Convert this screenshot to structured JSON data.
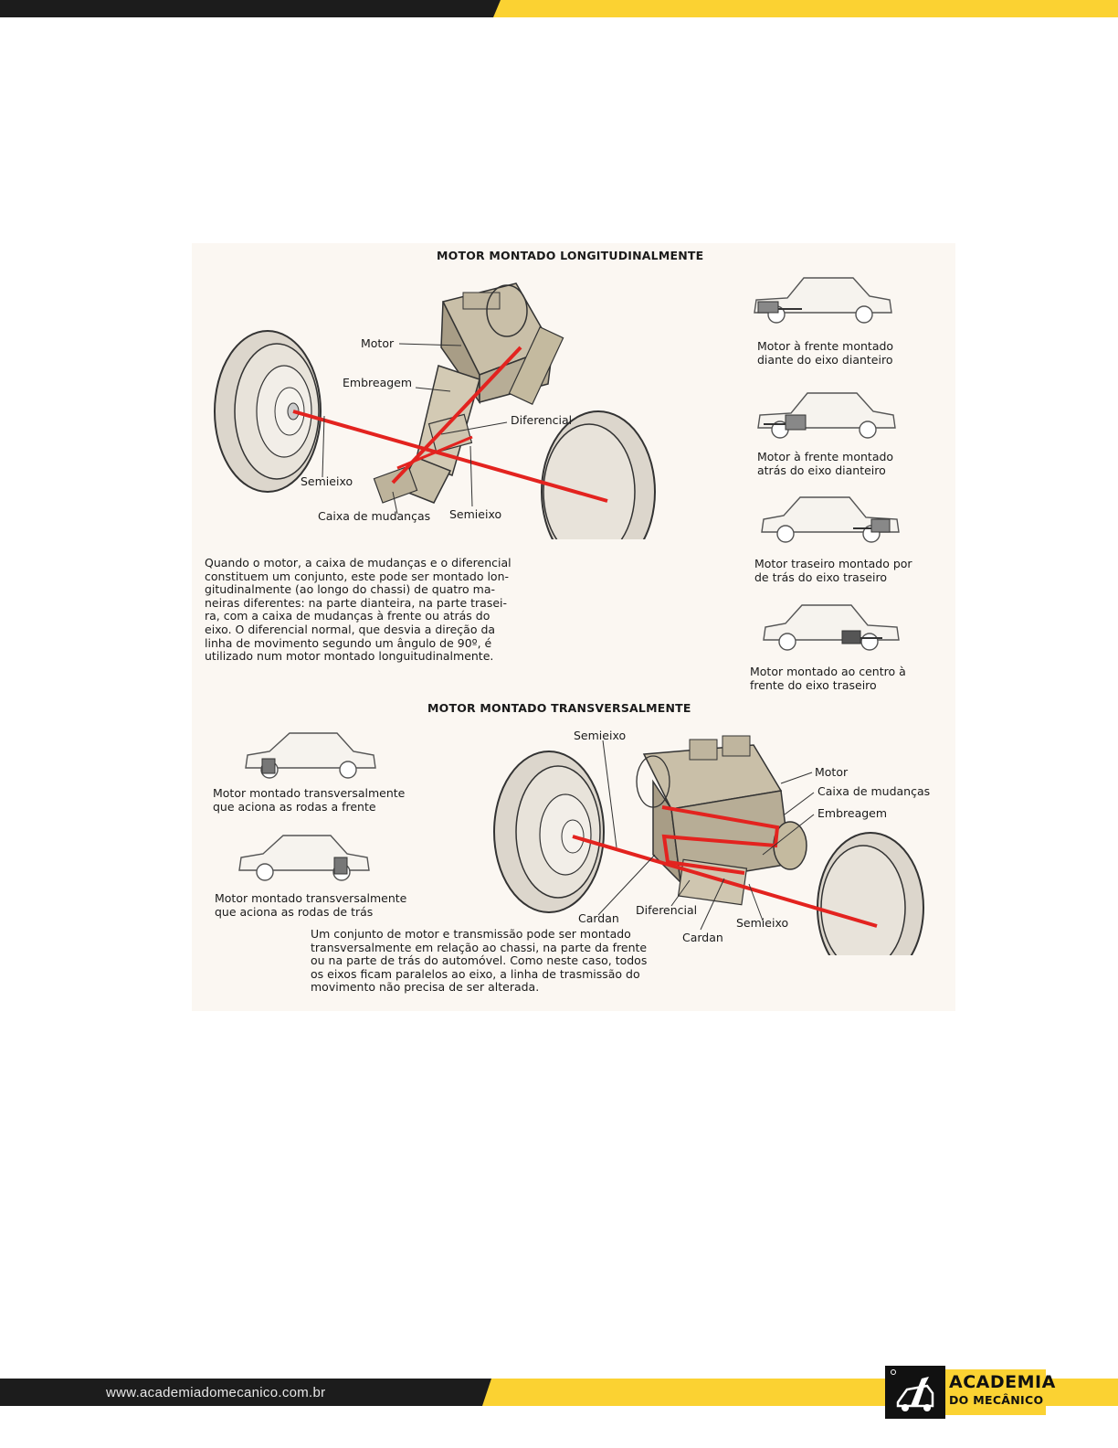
{
  "colors": {
    "dark": "#1c1c1c",
    "yellow": "#fbd232",
    "red": "#e3231f",
    "panel": "#fbf7f2"
  },
  "top_section": {
    "title": "MOTOR MONTADO LONGITUDINALMENTE",
    "labels": {
      "motor": "Motor",
      "embreagem": "Embreagem",
      "diferencial": "Diferencial",
      "semieixo_left": "Semieixo",
      "caixa": "Caixa de mudanças",
      "semieixo_right": "Semieixo"
    },
    "paragraph": [
      "Quando o motor, a caixa de mudanças e o diferencial",
      "constituem um conjunto, este pode ser montado lon-",
      "gitudinalmente (ao longo do chassi) de quatro ma-",
      "neiras diferentes: na parte dianteira, na parte trasei-",
      "ra, com a caixa de mudanças à frente ou atrás do",
      "eixo. O diferencial normal, que desvia a direção da",
      "linha de movimento segundo um ângulo de 90º, é",
      "utilizado num motor montado longuitudinalmente."
    ],
    "cars": [
      {
        "line1": "Motor à frente montado",
        "line2": "diante do eixo dianteiro"
      },
      {
        "line1": "Motor à frente montado",
        "line2": "atrás do eixo dianteiro"
      },
      {
        "line1": "Motor traseiro montado por",
        "line2": "de trás do eixo traseiro"
      },
      {
        "line1": "Motor montado ao centro à",
        "line2": "frente do eixo traseiro"
      }
    ]
  },
  "bottom_section": {
    "title": "MOTOR MONTADO TRANSVERSALMENTE",
    "labels": {
      "semieixo_top": "Semieixo",
      "motor": "Motor",
      "caixa": "Caixa de mudanças",
      "embreagem": "Embreagem",
      "cardan_left": "Cardan",
      "diferencial": "Diferencial",
      "semieixo_right": "Semieixo",
      "cardan_right": "Cardan"
    },
    "cars": [
      {
        "line1": "Motor montado transversalmente",
        "line2": "que aciona as rodas a frente"
      },
      {
        "line1": "Motor montado transversalmente",
        "line2": "que aciona as rodas de trás"
      }
    ],
    "paragraph": [
      "Um conjunto de motor e transmissão pode ser montado",
      "transversalmente em relação ao chassi, na parte da frente",
      "ou na parte de trás do automóvel. Como neste caso, todos",
      "os eixos ficam paralelos ao eixo, a linha de trasmissão do",
      "movimento não precisa de ser alterada."
    ]
  },
  "footer": {
    "url": "www.academiadomecanico.com.br",
    "logo_line1": "ACADEMIA",
    "logo_line2": "DO MECÂNICO",
    "logo_icon": "wrench-car-icon"
  }
}
